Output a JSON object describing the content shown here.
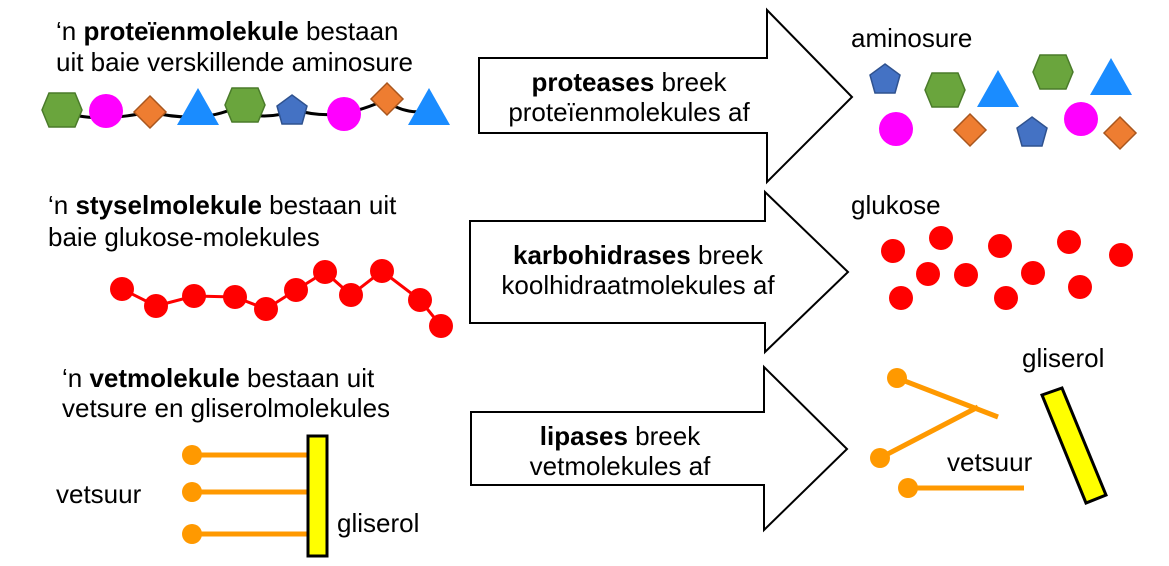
{
  "colors": {
    "hexagon": "#6aa53d",
    "circle": "#ff00ff",
    "diamond": "#ee7d31",
    "triangle": "#1a8cff",
    "pentagon": "#4472c4",
    "glucose": "#ff0000",
    "fatty_acid": "#ff9900",
    "glycerol": "#ffff00"
  },
  "protein": {
    "line1_prefix": "‘n ",
    "line1_bold": "proteïenmolekule",
    "line1_suffix": " bestaan",
    "line2": "uit baie verskillende aminosure",
    "arrow_bold": "proteases",
    "arrow_rest1": " breek",
    "arrow_line2": "proteïenmolekules af",
    "product_label": "aminosure"
  },
  "starch": {
    "line1_prefix": "‘n ",
    "line1_bold": "styselmolekule",
    "line1_suffix": " bestaan uit",
    "line2": "baie glukose-molekules",
    "arrow_bold": "karbohidrases",
    "arrow_rest1": " breek",
    "arrow_line2": "koolhidraatmolekules af",
    "product_label": "glukose"
  },
  "fat": {
    "line1_prefix": "‘n ",
    "line1_bold": "vetmolekule",
    "line1_suffix": " bestaan uit",
    "line2": "vetsure en gliserolmolekules",
    "fatty_acid_label": "vetsuur",
    "glycerol_label": "gliserol",
    "arrow_bold": "lipases",
    "arrow_rest1": " breek",
    "arrow_line2": "vetmolekules af",
    "product_glycerol_label": "gliserol",
    "product_fatty_acid_label": "vetsuur"
  }
}
